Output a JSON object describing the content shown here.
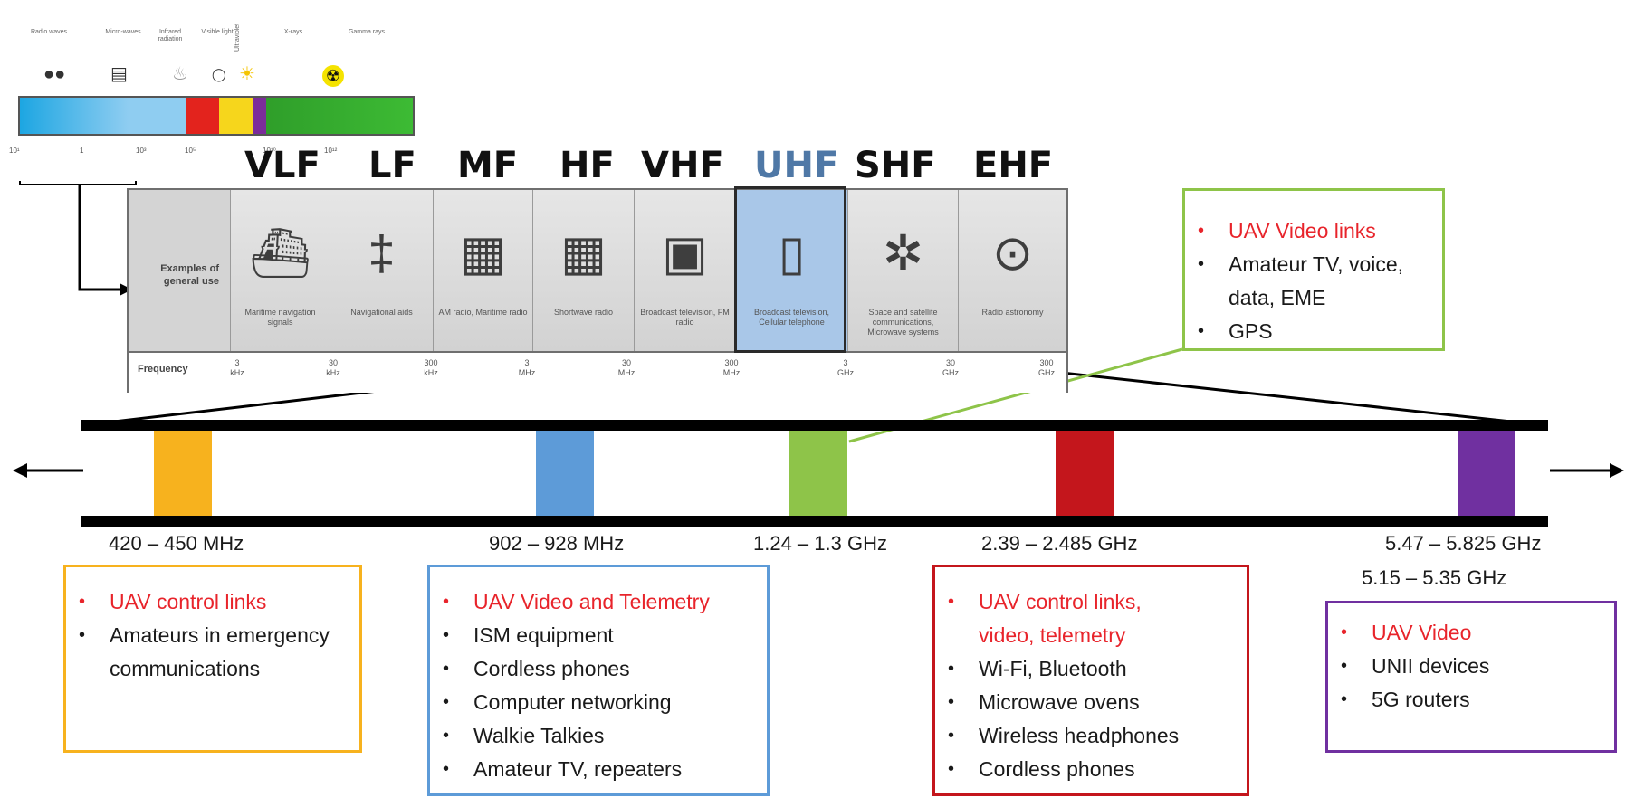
{
  "em_spectrum": {
    "region_labels": [
      "Radio waves",
      "Micro-waves",
      "Infrared radiation",
      "Visible light",
      "Ultraviolet",
      "X-rays",
      "Gamma rays"
    ],
    "tick_labels": [
      "10¹",
      "1",
      "10³",
      "10⁵",
      "10¹⁰",
      "10¹²"
    ],
    "colors": [
      "#1da6e2",
      "#8fcdf1",
      "#e3231d",
      "#f6d61c",
      "#7b2c9a",
      "#2f9e2a"
    ]
  },
  "bands": [
    "VLF",
    "LF",
    "MF",
    "HF",
    "VHF",
    "UHF",
    "SHF",
    "EHF"
  ],
  "spectrum_table": {
    "examples_label": "Examples of general use",
    "frequency_label": "Frequency",
    "uses": [
      {
        "icon": "submarine-icon",
        "glyph": "⛴",
        "text": "Maritime navigation signals"
      },
      {
        "icon": "radio-tower-icon",
        "glyph": "‡",
        "text": "Navigational aids"
      },
      {
        "icon": "radio-icon",
        "glyph": "▦",
        "text": "AM radio, Maritime radio"
      },
      {
        "icon": "radio-icon",
        "glyph": "▦",
        "text": "Shortwave radio"
      },
      {
        "icon": "television-icon",
        "glyph": "▣",
        "text": "Broadcast television, FM radio"
      },
      {
        "icon": "mobile-phone-icon",
        "glyph": "▯",
        "text": "Broadcast television, Cellular telephone"
      },
      {
        "icon": "satellite-icon",
        "glyph": "✲",
        "text": "Space and satellite communications, Microwave systems"
      },
      {
        "icon": "radio-telescope-icon",
        "glyph": "⊙",
        "text": "Radio astronomy"
      }
    ],
    "frequencies": [
      {
        "value": "3",
        "unit": "kHz"
      },
      {
        "value": "30",
        "unit": "kHz"
      },
      {
        "value": "300",
        "unit": "kHz"
      },
      {
        "value": "3",
        "unit": "MHz"
      },
      {
        "value": "30",
        "unit": "MHz"
      },
      {
        "value": "300",
        "unit": "MHz"
      },
      {
        "value": "3",
        "unit": "GHz"
      },
      {
        "value": "30",
        "unit": "GHz"
      },
      {
        "value": "300",
        "unit": "GHz"
      }
    ]
  },
  "callout_1_24": {
    "items": [
      {
        "text": "UAV Video links",
        "highlight": true
      },
      {
        "text": "Amateur TV, voice, data, EME",
        "highlight": false
      },
      {
        "text": "GPS",
        "highlight": false
      }
    ],
    "border_color": "#8ec449"
  },
  "frequency_bands": [
    {
      "range": "420 – 450 MHz",
      "color": "#f7b21e",
      "items": [
        {
          "text": "UAV control links",
          "highlight": true
        },
        {
          "text": "Amateurs in emergency communications",
          "highlight": false
        }
      ]
    },
    {
      "range": "902 – 928 MHz",
      "color": "#5d9bd8",
      "items": [
        {
          "text": "UAV Video and Telemetry",
          "highlight": true
        },
        {
          "text": "ISM equipment",
          "highlight": false
        },
        {
          "text": "Cordless phones",
          "highlight": false
        },
        {
          "text": "Computer networking",
          "highlight": false
        },
        {
          "text": "Walkie Talkies",
          "highlight": false
        },
        {
          "text": "Amateur TV, repeaters",
          "highlight": false
        }
      ]
    },
    {
      "range": "1.24 – 1.3 GHz",
      "color": "#8ec449"
    },
    {
      "range": "2.39 – 2.485 GHz",
      "color": "#c4161c",
      "items": [
        {
          "text": "UAV control links, video, telemetry",
          "highlight": true
        },
        {
          "text": "Wi-Fi, Bluetooth",
          "highlight": false
        },
        {
          "text": "Microwave ovens",
          "highlight": false
        },
        {
          "text": "Wireless headphones",
          "highlight": false
        },
        {
          "text": "Cordless phones",
          "highlight": false
        }
      ]
    },
    {
      "range": "5.47 – 5.825 GHz",
      "range2": "5.15 – 5.35 GHz",
      "color": "#7030a0",
      "items": [
        {
          "text": "UAV Video",
          "highlight": true
        },
        {
          "text": "UNII devices",
          "highlight": false
        },
        {
          "text": "5G routers",
          "highlight": false
        }
      ]
    }
  ]
}
